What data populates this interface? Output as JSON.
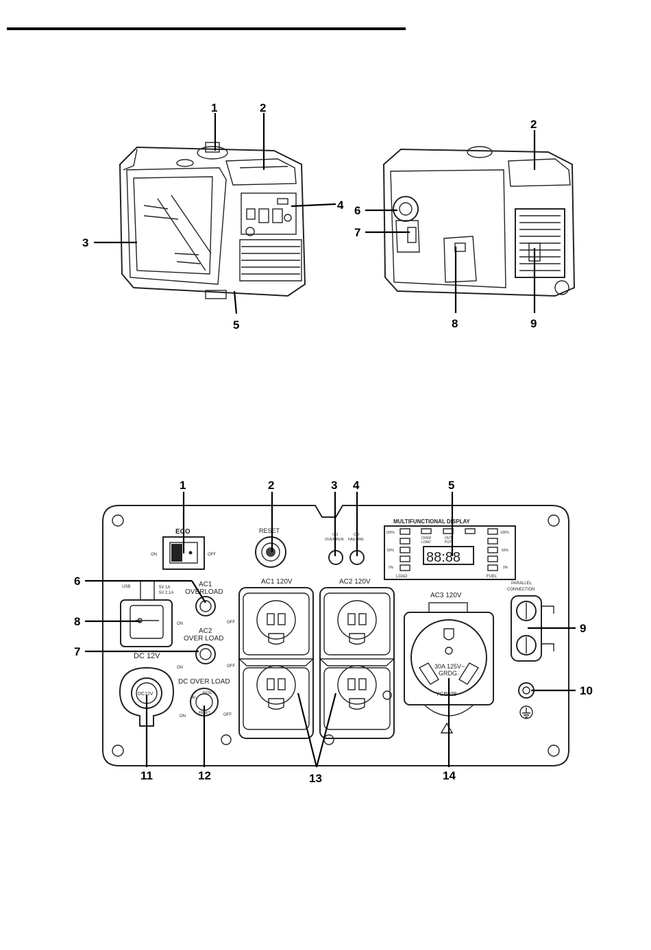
{
  "figure1": {
    "left_callouts": [
      "1",
      "2",
      "3",
      "4",
      "5"
    ],
    "right_callouts": [
      "2",
      "6",
      "7",
      "8",
      "9"
    ]
  },
  "panel": {
    "callouts": [
      "1",
      "2",
      "3",
      "4",
      "5",
      "6",
      "7",
      "8",
      "9",
      "10",
      "11",
      "12",
      "13",
      "14"
    ],
    "eco": {
      "title": "ECO",
      "on": "ON",
      "off": "OFF"
    },
    "reset": "RESET",
    "co_overrun": [
      "CO",
      "OVERRUN"
    ],
    "co_failure": [
      "CO",
      "FAILURE"
    ],
    "display": {
      "title": "MULTIFUNCTIONAL DISPLAY",
      "left_scale": [
        "100%",
        "50%",
        "0%"
      ],
      "right_scale": [
        "100%",
        "50%",
        "0%"
      ],
      "overload": [
        "OVER",
        "LOAD"
      ],
      "output": [
        "OUT",
        "PUT"
      ],
      "load": "LOAD",
      "fuel": "FUEL",
      "digits": "88:88"
    },
    "usb": {
      "label": "USB",
      "spec1": "5V 1A",
      "spec2": "5V 2.1A"
    },
    "ac1_overload": [
      "AC1",
      "OVERLOAD"
    ],
    "ac2_overload": [
      "AC2",
      "OVER LOAD"
    ],
    "dc_overload": "DC OVER LOAD",
    "switch_on": "ON",
    "switch_off": "OFF",
    "dc12v": "DC 12V",
    "dc12v_socket": "DC12V",
    "dc_knob": [
      "RESET",
      "AC",
      "RESET"
    ],
    "ac1": "AC1 120V",
    "ac2": "AC2 120V",
    "ac3": "AC3 120V",
    "ac3_rating1": "30A 125V~",
    "ac3_rating2": "GRDG.",
    "ac3_model": "YGB028",
    "parallel": [
      "PARALLEL",
      "CONNECTION"
    ]
  }
}
